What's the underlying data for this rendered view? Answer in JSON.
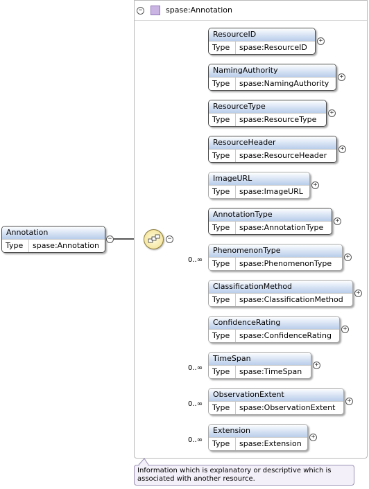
{
  "panel": {
    "title": "spase:Annotation"
  },
  "root": {
    "name": "Annotation",
    "type_label": "Type",
    "type_value": "spase:Annotation"
  },
  "sequence_icon": "sequence-compositor-icon",
  "elements": [
    {
      "name": "ResourceID",
      "type_label": "Type",
      "type_value": "spase:ResourceID",
      "cardinality": "",
      "required": true
    },
    {
      "name": "NamingAuthority",
      "type_label": "Type",
      "type_value": "spase:NamingAuthority",
      "cardinality": "",
      "required": true
    },
    {
      "name": "ResourceType",
      "type_label": "Type",
      "type_value": "spase:ResourceType",
      "cardinality": "",
      "required": true
    },
    {
      "name": "ResourceHeader",
      "type_label": "Type",
      "type_value": "spase:ResourceHeader",
      "cardinality": "",
      "required": true
    },
    {
      "name": "ImageURL",
      "type_label": "Type",
      "type_value": "spase:ImageURL",
      "cardinality": "",
      "required": false
    },
    {
      "name": "AnnotationType",
      "type_label": "Type",
      "type_value": "spase:AnnotationType",
      "cardinality": "",
      "required": true
    },
    {
      "name": "PhenomenonType",
      "type_label": "Type",
      "type_value": "spase:PhenomenonType",
      "cardinality": "0..∞",
      "required": false
    },
    {
      "name": "ClassificationMethod",
      "type_label": "Type",
      "type_value": "spase:ClassificationMethod",
      "cardinality": "",
      "required": false
    },
    {
      "name": "ConfidenceRating",
      "type_label": "Type",
      "type_value": "spase:ConfidenceRating",
      "cardinality": "",
      "required": false
    },
    {
      "name": "TimeSpan",
      "type_label": "Type",
      "type_value": "spase:TimeSpan",
      "cardinality": "0..∞",
      "required": false
    },
    {
      "name": "ObservationExtent",
      "type_label": "Type",
      "type_value": "spase:ObservationExtent",
      "cardinality": "0..∞",
      "required": false
    },
    {
      "name": "Extension",
      "type_label": "Type",
      "type_value": "spase:Extension",
      "cardinality": "0..∞",
      "required": false
    }
  ],
  "annotation_text": "Information which is explanatory or descriptive which is associated with another resource.",
  "colors": {
    "node_header_bottom": "#b9cdea",
    "required_line": "#555555",
    "optional_line": "#c8c8c8",
    "tooltip_bg": "#f4f0f9"
  }
}
